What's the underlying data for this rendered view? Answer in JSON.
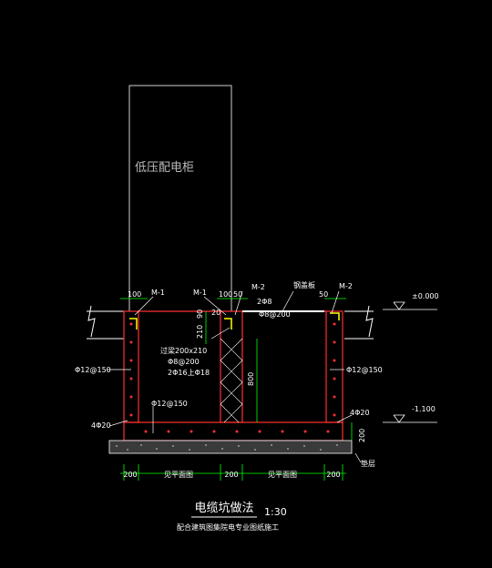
{
  "cabinet_label": "低压配电柜",
  "labels": {
    "m1_left": "M-1",
    "m1_mid": "M-1",
    "m2_mid": "M-2",
    "m2_right": "M-2",
    "cover_plate": "钢盖板",
    "dim_100_a": "100",
    "dim_100_b": "100",
    "dim_50_a": "50",
    "dim_50_b": "50",
    "dim_20": "20",
    "weld_2d8": "2Φ8",
    "top_rebar": "Φ8@200",
    "dim_210": "210",
    "dim_90": "90",
    "beam_size": "过梁200x210",
    "beam_stirrup": "Φ8@200",
    "beam_rebar": "2Φ16上Φ18",
    "dim_800": "800",
    "wall_rebar_left": "Φ12@150",
    "wall_rebar_right": "Φ12@150",
    "bottom_rebar": "Φ12@150",
    "corner_left": "4Φ20",
    "corner_right": "4Φ20",
    "elev_top": "±0.000",
    "elev_bottom": "-1.100",
    "dim_200_right": "200",
    "cushion": "垫层"
  },
  "bottom_dims": [
    "200",
    "见平面图",
    "200",
    "见平面图",
    "200"
  ],
  "title": "电缆坑做法",
  "scale": "1:30",
  "subtitle": "配合建筑图集院电专业图纸施工",
  "colors": {
    "background": "#000000",
    "outline": "#ffffff",
    "concrete": "#ff3030",
    "rebar": "#ff3030",
    "dimension": "#00ff00",
    "text": "#ffffff",
    "annotation_cyan": "#00ffff",
    "yellow": "#ffff00"
  }
}
